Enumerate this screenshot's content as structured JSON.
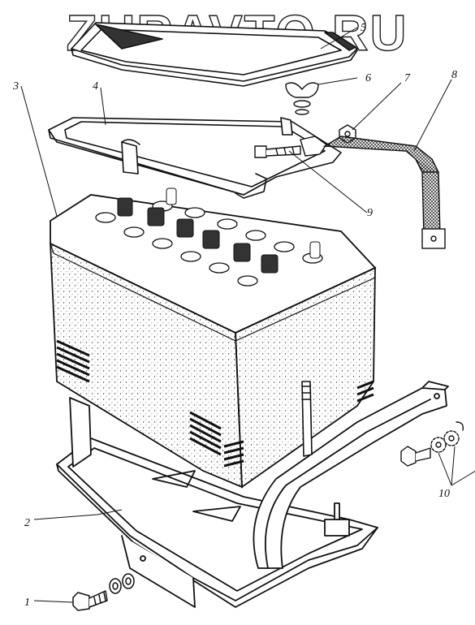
{
  "watermark": {
    "text": "ZURAVTO.RU"
  },
  "callouts": [
    {
      "label": "1"
    },
    {
      "label": "2"
    },
    {
      "label": "3"
    },
    {
      "label": "4"
    },
    {
      "label": "5"
    },
    {
      "label": "6"
    },
    {
      "label": "7"
    },
    {
      "label": "8"
    },
    {
      "label": "9"
    },
    {
      "label": "10"
    }
  ],
  "colors": {
    "ink": "#111111",
    "paper": "#ffffff",
    "stipple": "#555555"
  }
}
